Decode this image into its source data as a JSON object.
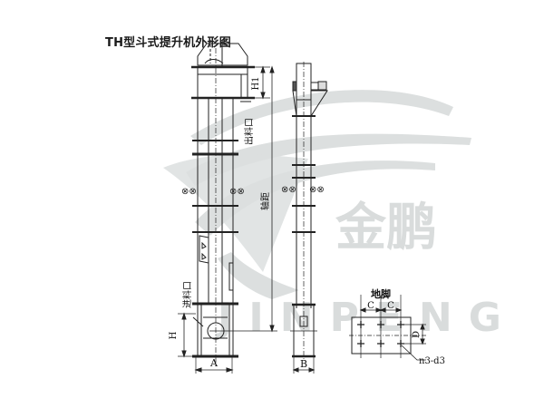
{
  "title": "TH型斗式提升机外形图",
  "watermark": {
    "brand_cn": "金鹏",
    "brand_en": "JINPENG",
    "color": "#d9dcdc"
  },
  "front_view": {
    "labels": {
      "outlet": "出料口",
      "inlet": "进料口",
      "shaft_distance": "轴距",
      "h1": "H1",
      "h": "H",
      "a": "A"
    }
  },
  "side_view": {
    "labels": {
      "b": "B"
    }
  },
  "foundation": {
    "title": "地脚",
    "labels": {
      "c1": "C",
      "c2": "C",
      "d": "D",
      "bolts": "n3-d3"
    }
  },
  "colors": {
    "line": "#222222",
    "background": "#ffffff"
  }
}
